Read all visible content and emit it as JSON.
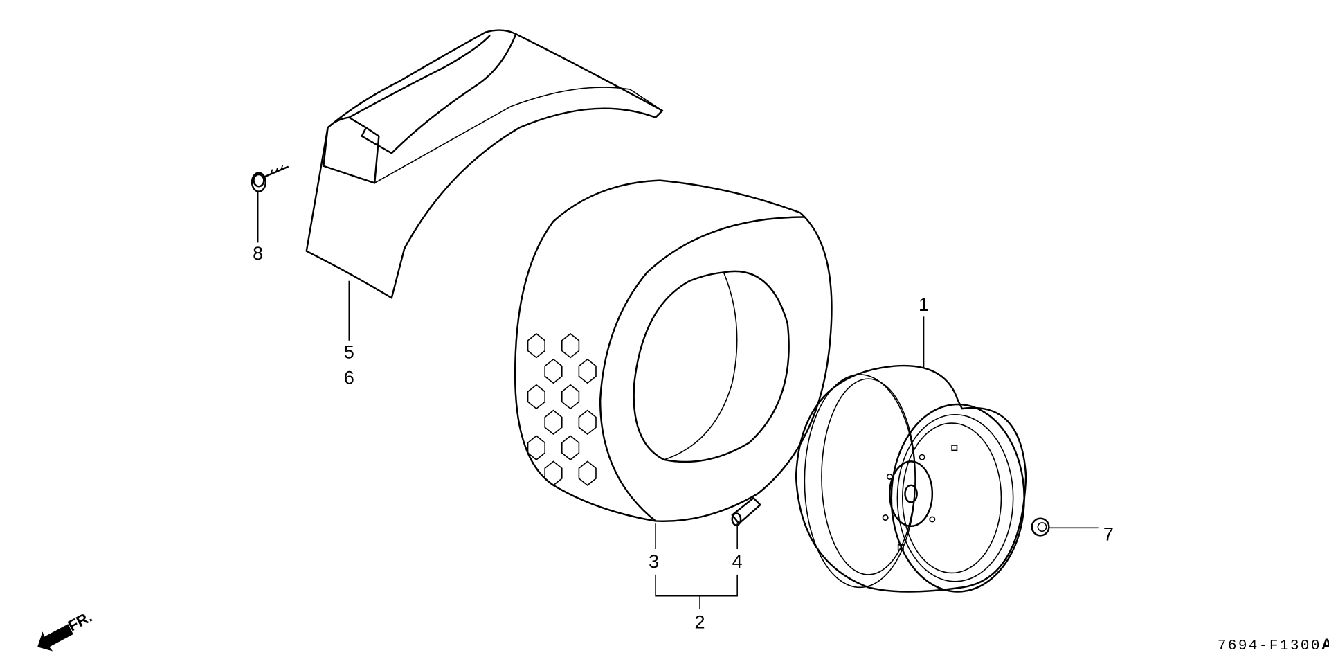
{
  "diagram": {
    "code": "7694-F1300",
    "code_suffix": "A",
    "direction_label": "FR.",
    "callouts": {
      "rim": "1",
      "tire_assembly": "2",
      "tire": "3",
      "valve": "4",
      "fender_a": "5",
      "fender_b": "6",
      "nut": "7",
      "bolt": "8"
    }
  }
}
